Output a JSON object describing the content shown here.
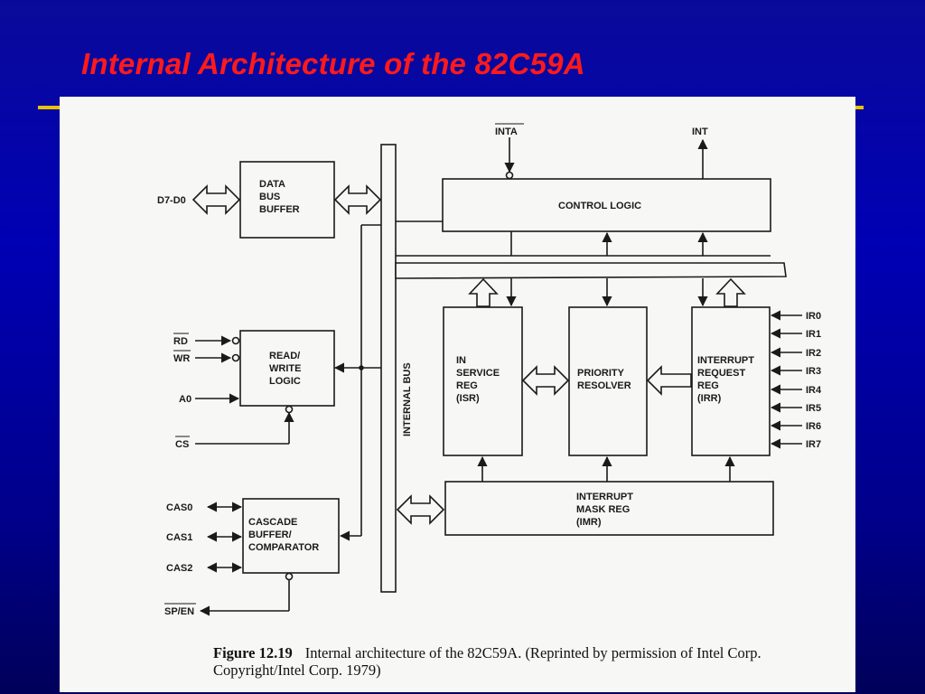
{
  "slide": {
    "title": "Internal Architecture of the 82C59A",
    "accent_color": "#e8c200",
    "title_color": "#ff1a1a",
    "background_color": "#0000b4"
  },
  "diagram": {
    "labels": {
      "data_bus_buffer": [
        "DATA",
        "BUS",
        "BUFFER"
      ],
      "read_write_logic": [
        "READ/",
        "WRITE",
        "LOGIC"
      ],
      "cascade_buffer": [
        "CASCADE",
        "BUFFER/",
        "COMPARATOR"
      ],
      "control_logic": "CONTROL LOGIC",
      "in_service_reg": [
        "IN",
        "SERVICE",
        "REG",
        "(ISR)"
      ],
      "priority_resolver": [
        "PRIORITY",
        "RESOLVER"
      ],
      "interrupt_request_reg": [
        "INTERRUPT",
        "REQUEST",
        "REG",
        "(IRR)"
      ],
      "interrupt_mask_reg": [
        "INTERRUPT",
        "MASK REG",
        "(IMR)"
      ],
      "internal_bus": "INTERNAL BUS"
    },
    "signals": {
      "data": "D7-D0",
      "rd": "RD",
      "wr": "WR",
      "a0": "A0",
      "cs": "CS",
      "cas0": "CAS0",
      "cas1": "CAS1",
      "cas2": "CAS2",
      "sp_en": "SP/EN",
      "inta": "INTA",
      "int": "INT",
      "ir_inputs": [
        "IR0",
        "IR1",
        "IR2",
        "IR3",
        "IR4",
        "IR5",
        "IR6",
        "IR7"
      ]
    }
  },
  "caption": {
    "figure_label": "Figure 12.19",
    "text": "Internal architecture of the 82C59A. (Reprinted by permission of Intel Corp. Copyright/Intel Corp. 1979)"
  }
}
